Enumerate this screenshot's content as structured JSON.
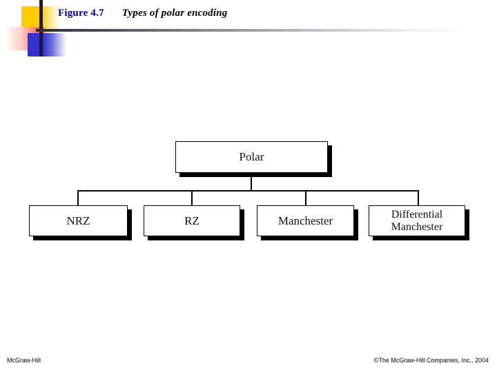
{
  "slide": {
    "title": {
      "figure_label": "Figure 4.7",
      "caption": "Types of polar encoding",
      "figure_label_color": "#0000A0",
      "caption_color": "#000000"
    },
    "decoration": {
      "yellow": "#FFCC00",
      "red": "#FF4A4A",
      "blue": "#3333CC",
      "bar": "#1A1A28",
      "rule": "#2B2B38"
    },
    "footer": {
      "left": "McGraw-Hill",
      "right": "©The McGraw-Hill Companies, Inc., 2004"
    }
  },
  "diagram": {
    "type": "tree",
    "root": {
      "label": "Polar"
    },
    "children": [
      {
        "label": "NRZ"
      },
      {
        "label": "RZ"
      },
      {
        "label": "Manchester"
      },
      {
        "label": "Differential Manchester"
      }
    ],
    "node_fill": "#FFFFFF",
    "node_border": "#000000",
    "node_shadow": "#000000"
  }
}
